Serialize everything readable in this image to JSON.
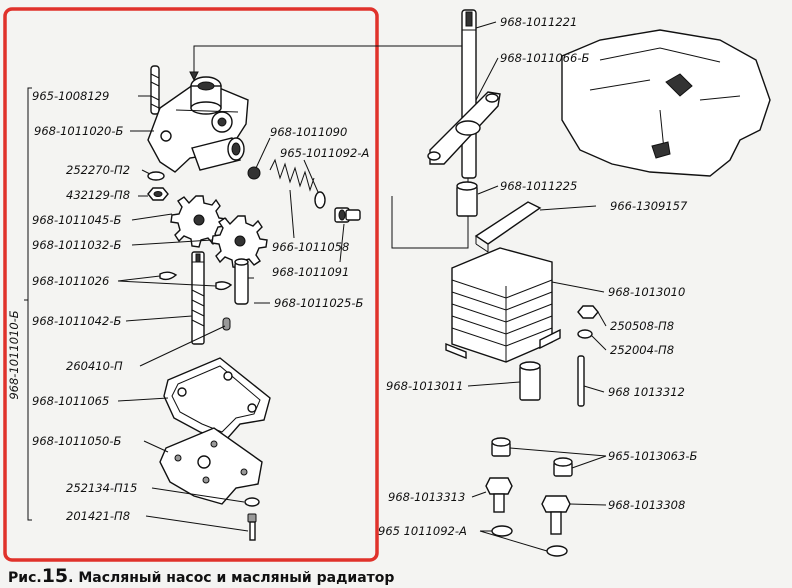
{
  "colors": {
    "highlight_frame": "#e0322b",
    "ink": "#111111",
    "paper": "#f4f4f2"
  },
  "group_label": "968-1011010-Б",
  "labels": {
    "l965_1008129": "965-1008129",
    "l968_1011020": "968-1011020-Б",
    "l252270": "252270-П2",
    "l432129": "432129-П8",
    "l968_1011045": "968-1011045-Б",
    "l968_1011032": "968-1011032-Б",
    "l968_1011026": "968-1011026",
    "l968_1011042": "968-1011042-Б",
    "l260410": "260410-П",
    "l968_1011065": "968-1011065",
    "l968_1011050": "968-1011050-Б",
    "l252134": "252134-П15",
    "l201421": "201421-П8",
    "l968_1011090": "968-1011090",
    "l965_1011092": "965-1011092-А",
    "l966_1011058": "966-1011058",
    "l968_1011091": "968-1011091",
    "l968_1011025": "968-1011025-Б",
    "l968_1011221": "968-1011221",
    "l968_1011066": "968-1011066-Б",
    "l968_1011225": "968-1011225",
    "l966_1309157": "966-1309157",
    "l968_1013010": "968-1013010",
    "l250508": "250508-П8",
    "l252004": "252004-П8",
    "l968_1013011": "968-1013011",
    "l968_1013312": "968 1013312",
    "l965_1013063": "965-1013063-Б",
    "l968_1013313": "968-1013313",
    "l968_1013308": "968-1013308",
    "l965_1011092_b": "965 1011092-А"
  },
  "caption": {
    "prefix": "Рис.",
    "number": "15",
    "text": ". Масляный насос и масляный радиатор"
  }
}
